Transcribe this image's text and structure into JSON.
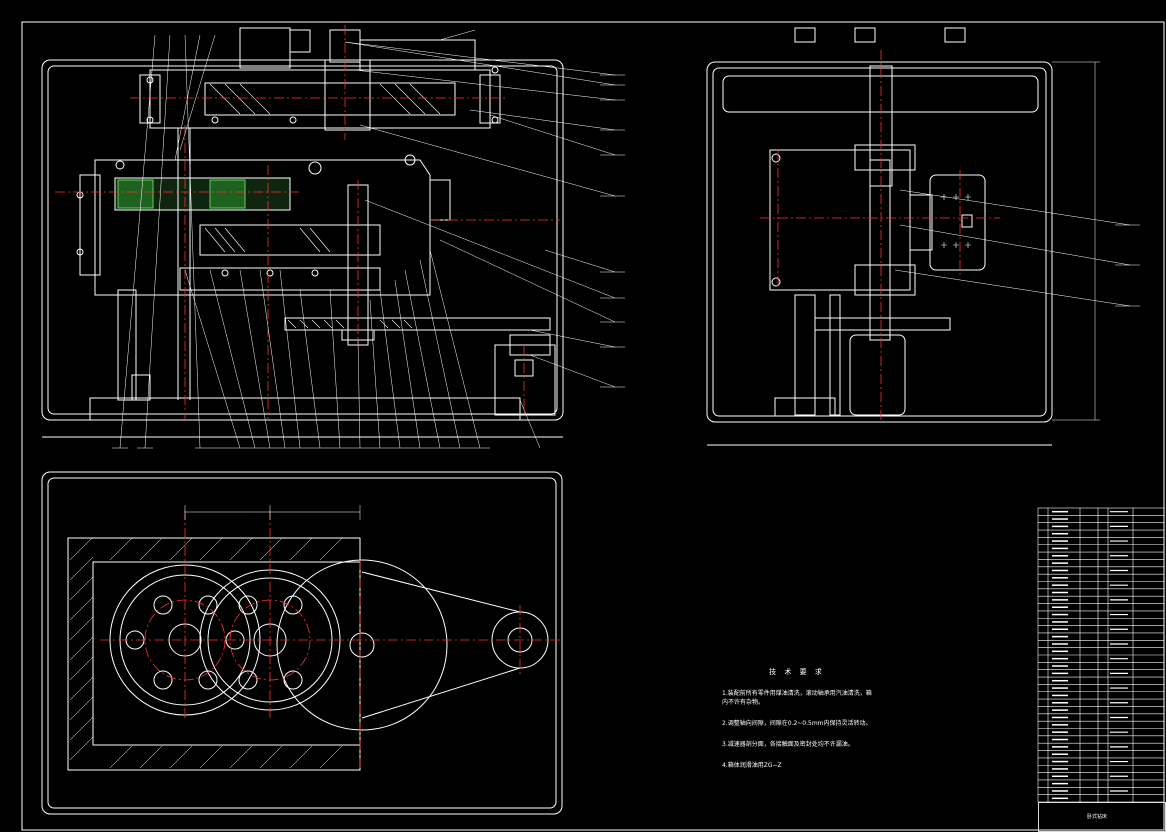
{
  "tech_requirements": {
    "title": "技 术 要 求",
    "items": [
      "1.装配前所有零件用煤油清洗，滚动轴承用汽油清洗，箱内不许有杂物。",
      "2.调整轴向间隙，间隙在0.2~0.5mm内保持灵活转动。",
      "3.减速器剖分面，各接触面及密封处均不许漏油。",
      "4.箱体润滑油用ZG−Z"
    ]
  },
  "colors": {
    "outline": "#ffffff",
    "centerline": "#ff2020",
    "hatch": "#ffffff",
    "gear_highlight": "#2fbf2f",
    "leader": "#ffffff"
  },
  "bom": {
    "rows": 40
  },
  "title_block": {
    "label": "卧式钻床"
  }
}
